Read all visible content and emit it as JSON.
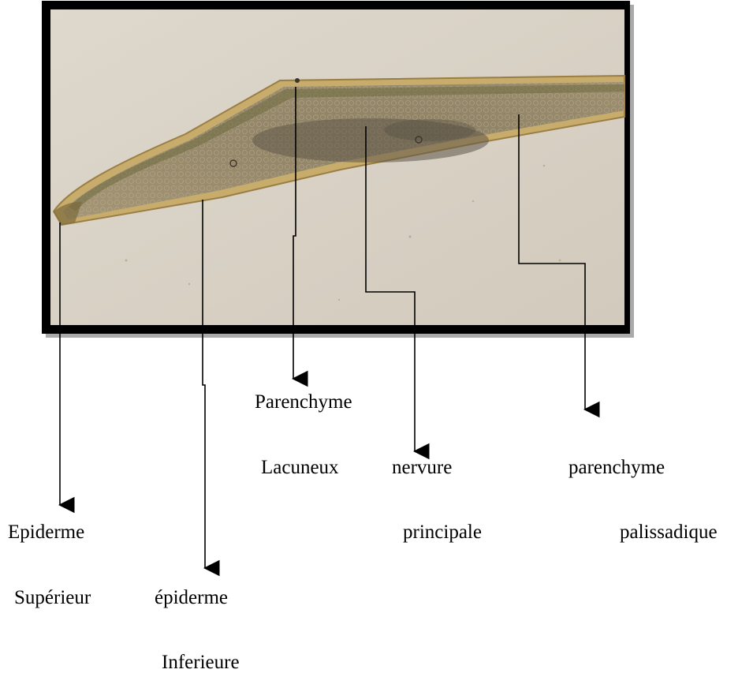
{
  "labels": {
    "parenchyme_lacuneux": [
      "Parenchyme",
      "Lacuneux"
    ],
    "nervure_principale": [
      "nervure",
      "principale"
    ],
    "parenchyme_palissadique": [
      "parenchyme",
      "palissadique"
    ],
    "epiderme_superieur": [
      "Epiderme",
      "Supérieur"
    ],
    "epiderme_inferieure": [
      "épiderme",
      "Inferieure"
    ]
  },
  "colors": {
    "frame": "#000000",
    "background": "#d9d2c6",
    "leaf_border": "#b89a5a",
    "leaf_tissue": "#8a7a5c",
    "vein": "#5f5848",
    "leader_line": "#000000"
  }
}
